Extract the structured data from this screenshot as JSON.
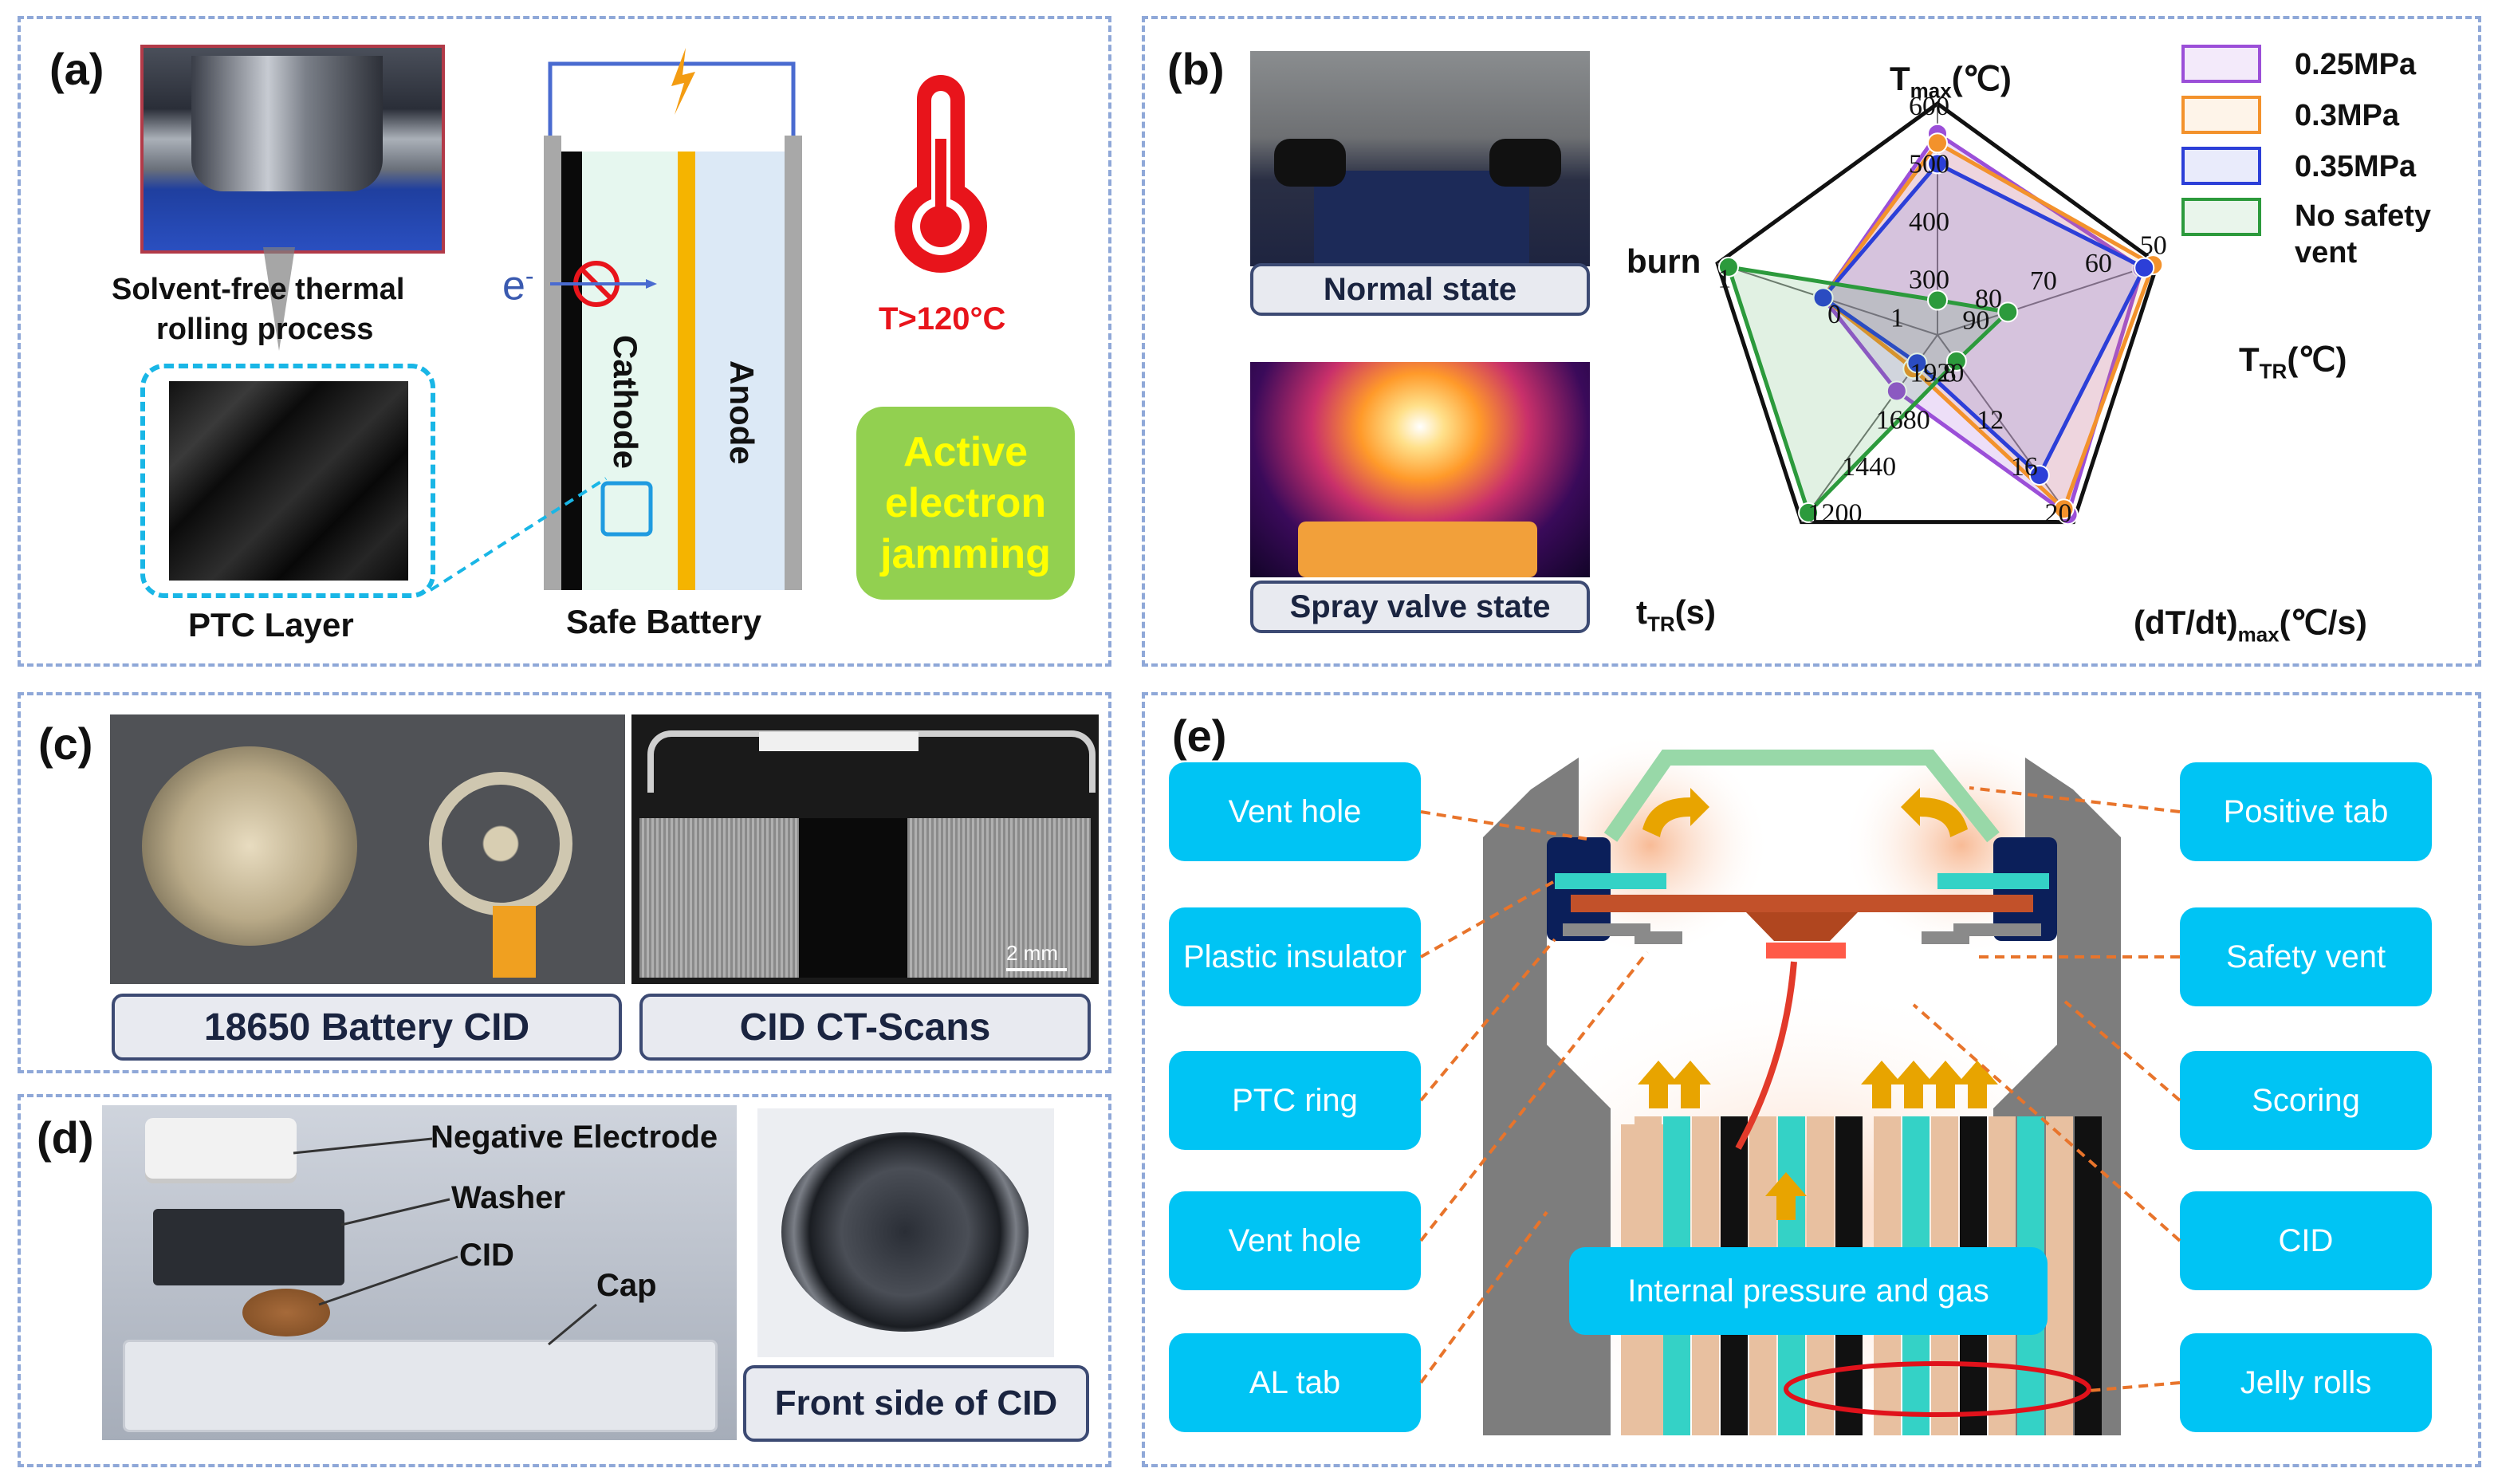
{
  "panels": {
    "a": "(a)",
    "b": "(b)",
    "c": "(c)",
    "d": "(d)",
    "e": "(e)"
  },
  "panel_a": {
    "process_label": "Solvent-free thermal rolling process",
    "process_line1": "Solvent-free thermal",
    "process_line2": "rolling process",
    "ptc_label": "PTC Layer",
    "safe_battery": "Safe Battery",
    "cathode": "Cathode",
    "anode": "Anode",
    "electron": "e",
    "electron_sup": "-",
    "temp": "T>120°C",
    "active_line1": "Active",
    "active_line2": "electron",
    "active_line3": "jamming",
    "colors": {
      "active_bg": "#92d050",
      "active_text": "#ffff00",
      "temp_text": "#e8141b",
      "thermo": "#e8141b",
      "cathode": "#f5b400",
      "anode": "#dce9f6",
      "cathode_bg": "#e9f8f1"
    }
  },
  "panel_b": {
    "normal_state": "Normal state",
    "spray_state": "Spray valve state",
    "axis_labels": {
      "tmax": "T",
      "tmax_sub": "max",
      "tmax_unit": "(℃)",
      "ttr": "T",
      "ttr_sub": "TR",
      "ttr_unit": "(℃)",
      "dtdt": "(dT/dt)",
      "dtdt_sub": "max",
      "dtdt_unit": "(℃/s)",
      "ttrs": "t",
      "ttrs_sub": "TR",
      "ttrs_unit": "(s)",
      "burn": "burn"
    },
    "legend": [
      "0.25MPa",
      "0.3MPa",
      "0.35MPa",
      "No safety",
      "vent"
    ]
  },
  "chart_data": {
    "type": "radar",
    "axes": [
      "Tmax(℃)",
      "TTR(℃)",
      "(dT/dt)max(℃/s)",
      "tTR(s)",
      "burn"
    ],
    "ticks": {
      "Tmax(℃)": [
        "300",
        "400",
        "500",
        "600"
      ],
      "TTR(℃)": [
        "80",
        "70",
        "60",
        "50"
      ],
      "TTR_inner": "90",
      "(dT/dt)max(℃/s)": [
        "8",
        "12",
        "16",
        "20"
      ],
      "tTR(s)": [
        "1920",
        "1680",
        "1440",
        "1200"
      ],
      "burn": [
        "0",
        "1"
      ],
      "burn_inner": "1"
    },
    "series": [
      {
        "name": "0.25MPa",
        "color": "#9b4fd8",
        "fill": "rgba(155,79,216,0.18)",
        "r": [
          0.87,
          0.93,
          0.96,
          0.3,
          0.52
        ]
      },
      {
        "name": "0.3MPa",
        "color": "#f3922c",
        "fill": "rgba(243,146,44,0.12)",
        "r": [
          0.83,
          0.98,
          0.93,
          0.18,
          0.52
        ]
      },
      {
        "name": "0.35MPa",
        "color": "#2c3fd8",
        "fill": "rgba(44,63,216,0.12)",
        "r": [
          0.74,
          0.94,
          0.75,
          0.15,
          0.52
        ]
      },
      {
        "name": "No safety vent",
        "color": "#2c9a3c",
        "fill": "rgba(44,154,60,0.14)",
        "r": [
          0.15,
          0.32,
          0.14,
          0.95,
          0.95
        ]
      }
    ]
  },
  "panel_c": {
    "cid_label": "18650 Battery CID",
    "ct_label": "CID CT-Scans",
    "scale": "2 mm"
  },
  "panel_d": {
    "neg_electrode": "Negative Electrode",
    "washer": "Washer",
    "cid": "CID",
    "cap": "Cap",
    "front": "Front side of CID"
  },
  "panel_e": {
    "left": [
      "Vent hole",
      "Plastic insulator",
      "PTC ring",
      "Vent hole",
      "AL tab"
    ],
    "right": [
      "Positive tab",
      "Safety vent",
      "Scoring",
      "CID",
      "Jelly rolls"
    ],
    "internal": "Internal pressure and gas",
    "colors": {
      "label_bg": "#00c4f4",
      "arrow": "#e8742b",
      "heat": "#f29a6a"
    }
  }
}
